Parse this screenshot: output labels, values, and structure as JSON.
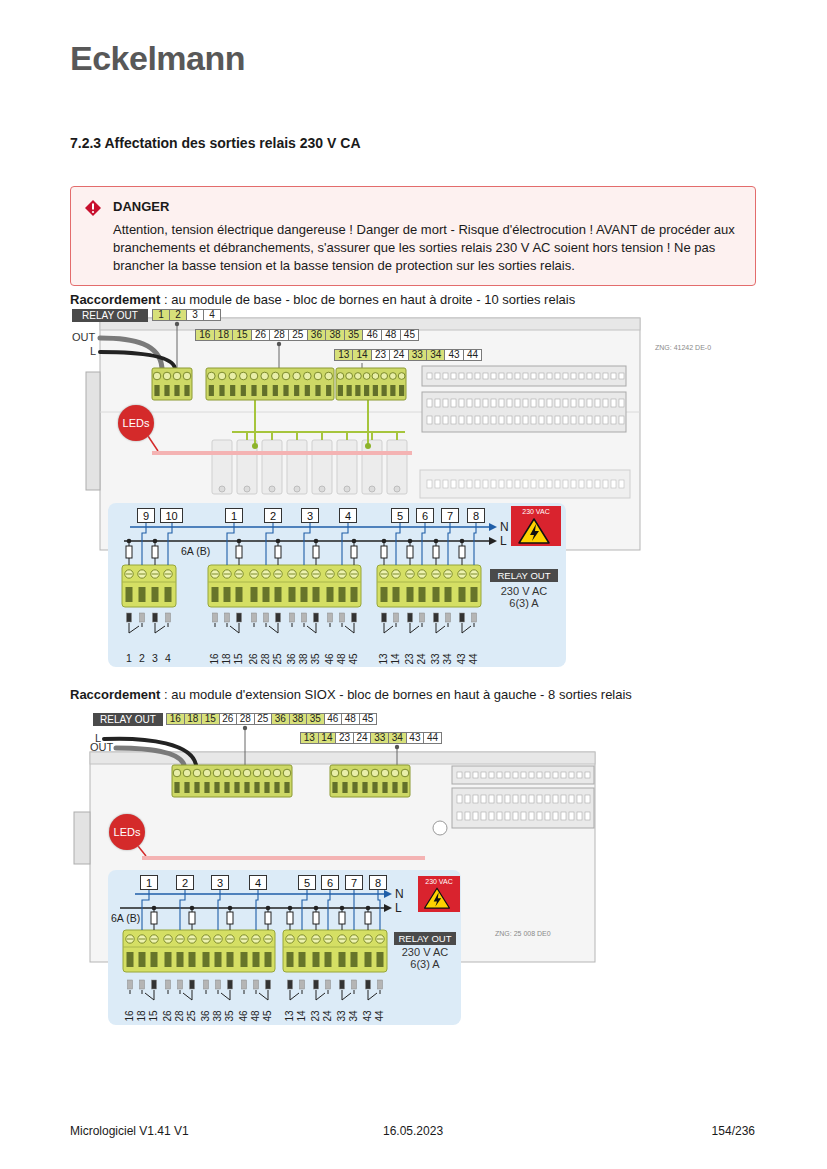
{
  "diagram": {
    "title": "7.2.3 Affectation des sorties relais 230 V CA",
    "nodes": [
      {
        "text": [
          "DANGER",
          "Attention, tension électrique dangereuse ! Danger de mort - Risque d'électrocution ! AVANT de procéder aux branchements et débranchements, s'assurer que les sorties relais 230 V AC soient hors tension ! Ne pas brancher la basse tension et la basse tension de protection sur les sorties relais."
        ]
      },
      {
        "text": [
          "LEDs"
        ]
      },
      {
        "text": [
          "230 V AC 6(3) A"
        ]
      },
      {
        "text": [
          "9"
        ],
        "in": 2
      },
      {
        "text": [
          "10"
        ],
        "in": 2
      },
      {
        "text": [
          "1"
        ],
        "in": 2
      },
      {
        "text": [
          "2"
        ],
        "in": 2
      },
      {
        "text": [
          "3"
        ],
        "in": 2
      },
      {
        "text": [
          "4"
        ],
        "in": 2
      },
      {
        "text": [
          "5"
        ],
        "in": 2
      },
      {
        "text": [
          "6"
        ],
        "in": 2
      },
      {
        "text": [
          "7"
        ],
        "in": 2
      },
      {
        "text": [
          "8"
        ],
        "in": 2
      },
      {
        "text": [
          "230 VAC"
        ],
        "in": 2
      },
      {
        "text": [
          "RELAY OUT"
        ],
        "in": 2
      },
      {
        "text": [
          "LEDs"
        ]
      },
      {
        "text": [
          "230 V AC 6(3) A"
        ]
      },
      {
        "text": [
          "1"
        ],
        "in": 16
      },
      {
        "text": [
          "2"
        ],
        "in": 16
      },
      {
        "text": [
          "3"
        ],
        "in": 16
      },
      {
        "text": [
          "4"
        ],
        "in": 16
      },
      {
        "text": [
          "5"
        ],
        "in": 16
      },
      {
        "text": [
          "6"
        ],
        "in": 16
      },
      {
        "text": [
          "7"
        ],
        "in": 16
      },
      {
        "text": [
          "8"
        ],
        "in": 16
      },
      {
        "text": [
          "230 VAC"
        ],
        "in": 16
      },
      {
        "text": [
          "RELAY OUT"
        ],
        "in": 16
      }
    ],
    "labels": [
      "Eckelmann",
      "Raccordement",
      ": au module de base - bloc de bornes en haut à droite - 10 sorties relais",
      "RELAY OUT",
      "1",
      "2",
      "3",
      "4",
      "16",
      "18",
      "15",
      "26",
      "28",
      "25",
      "36",
      "38",
      "35",
      "46",
      "48",
      "45",
      "13",
      "14",
      "23",
      "24",
      "33",
      "34",
      "43",
      "44",
      "OUT",
      "L",
      "ZNG: 41242 DE-0",
      "N",
      "L",
      "6A (B)",
      "1",
      "2",
      "3",
      "4",
      "16",
      "18",
      "15",
      "26",
      "28",
      "25",
      "36",
      "38",
      "35",
      "46",
      "48",
      "45",
      "13",
      "14",
      "23",
      "24",
      "33",
      "34",
      "43",
      "44",
      "Raccordement",
      ": au module d'extension SIOX - bloc de bornes en haut à gauche - 8 sorties relais",
      "RELAY OUT",
      "16",
      "18",
      "15",
      "26",
      "28",
      "25",
      "36",
      "38",
      "35",
      "46",
      "48",
      "45",
      "13",
      "14",
      "23",
      "24",
      "33",
      "34",
      "43",
      "44",
      "L",
      "OUT",
      "N",
      "L",
      "6A (B)",
      "16",
      "18",
      "15",
      "26",
      "28",
      "25",
      "36",
      "38",
      "35",
      "46",
      "48",
      "45",
      "13",
      "14",
      "23",
      "24",
      "33",
      "34",
      "43",
      "44",
      "ZNG: 25 008 DE0",
      "Micrologiciel V1.41 V1",
      "16.05.2023",
      "154/236"
    ]
  }
}
